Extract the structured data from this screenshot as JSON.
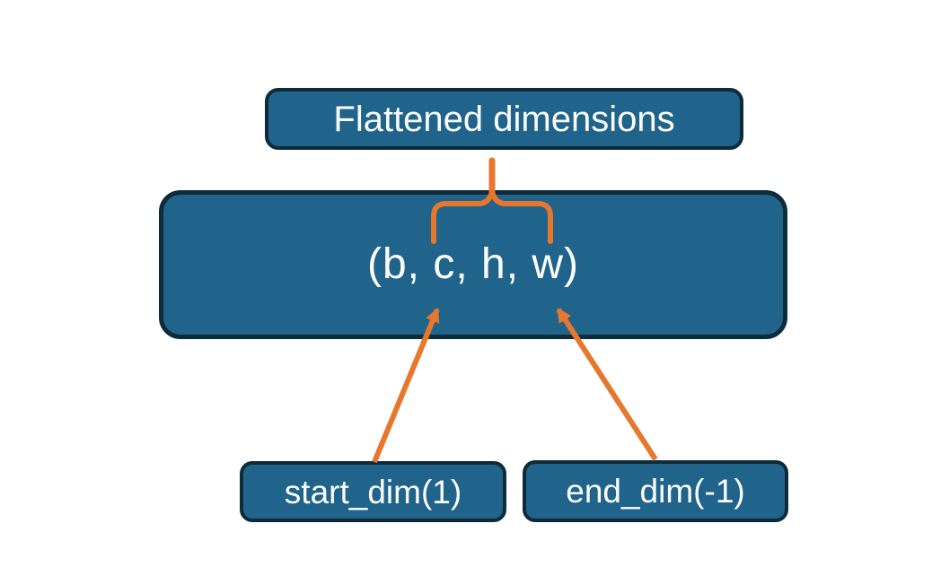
{
  "diagram": {
    "flattened_label": "Flattened dimensions",
    "tensor_label": "(b, c, h, w)",
    "start_dim_label": "start_dim(1)",
    "end_dim_label": "end_dim(-1)"
  },
  "connectors": {
    "brace": "curly-brace-over-flattened-dims",
    "start_arrow": "arrow-from-start-dim-to-c",
    "end_arrow": "arrow-from-end-dim-to-w"
  },
  "colors": {
    "background": "#ffffff",
    "box_fill": "#20638B",
    "box_border": "#0D2B38",
    "text": "#FDFEFE",
    "accent": "#E8772E"
  }
}
